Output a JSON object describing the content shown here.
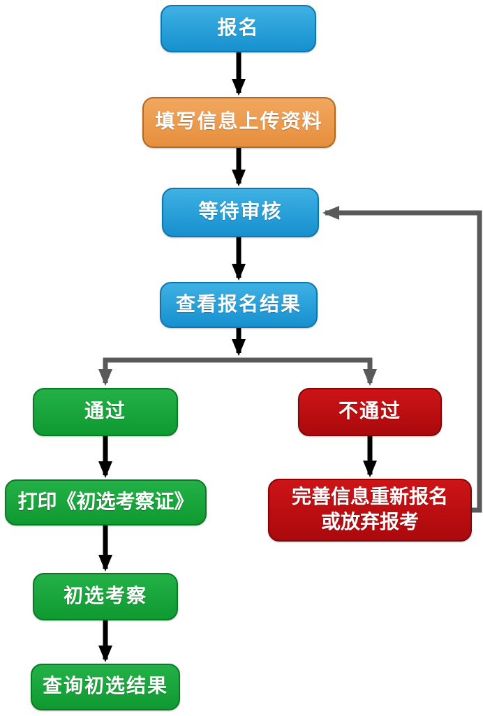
{
  "diagram": {
    "type": "flowchart",
    "language": "zh-CN",
    "nodes": [
      {
        "id": "register",
        "label": "报名",
        "color": "#1a99d5"
      },
      {
        "id": "fill-info-upload",
        "label": "填写信息上传资料",
        "color": "#ec9a4e"
      },
      {
        "id": "wait-review",
        "label": "等待审核",
        "color": "#1a99d5"
      },
      {
        "id": "view-registration-result",
        "label": "查看报名结果",
        "color": "#1a99d5"
      },
      {
        "id": "pass",
        "label": "通过",
        "color": "#17a339"
      },
      {
        "id": "fail",
        "label": "不通过",
        "color": "#bd0d10"
      },
      {
        "id": "print-certificate",
        "label": "打印《初选考察证》",
        "color": "#17a339"
      },
      {
        "id": "preliminary-inspection",
        "label": "初选考察",
        "color": "#17a339"
      },
      {
        "id": "query-preliminary-result",
        "label": "查询初选结果",
        "color": "#17a339"
      },
      {
        "id": "redo-or-abandon",
        "label": "完善信息重新报名\n或放弃报考",
        "color": "#bd0d10"
      }
    ],
    "edges": [
      {
        "from": "register",
        "to": "fill-info-upload",
        "style": "black-arrow"
      },
      {
        "from": "fill-info-upload",
        "to": "wait-review",
        "style": "black-arrow"
      },
      {
        "from": "wait-review",
        "to": "view-registration-result",
        "style": "black-arrow"
      },
      {
        "from": "view-registration-result",
        "to": "branch-junction",
        "style": "black-arrow"
      },
      {
        "from": "branch-junction",
        "to": "pass",
        "style": "gray-arrow"
      },
      {
        "from": "branch-junction",
        "to": "fail",
        "style": "gray-arrow"
      },
      {
        "from": "pass",
        "to": "print-certificate",
        "style": "black-arrow"
      },
      {
        "from": "print-certificate",
        "to": "preliminary-inspection",
        "style": "black-arrow"
      },
      {
        "from": "preliminary-inspection",
        "to": "query-preliminary-result",
        "style": "black-arrow"
      },
      {
        "from": "fail",
        "to": "redo-or-abandon",
        "style": "black-arrow"
      },
      {
        "from": "redo-or-abandon",
        "to": "wait-review",
        "style": "gray-arrow-loop"
      }
    ],
    "colors": {
      "blue": "#1a99d5",
      "orange": "#ec9a4e",
      "green": "#17a339",
      "red": "#bd0d10",
      "arrow_black": "#000000",
      "arrow_gray": "#595959",
      "text": "#ffffff"
    }
  }
}
